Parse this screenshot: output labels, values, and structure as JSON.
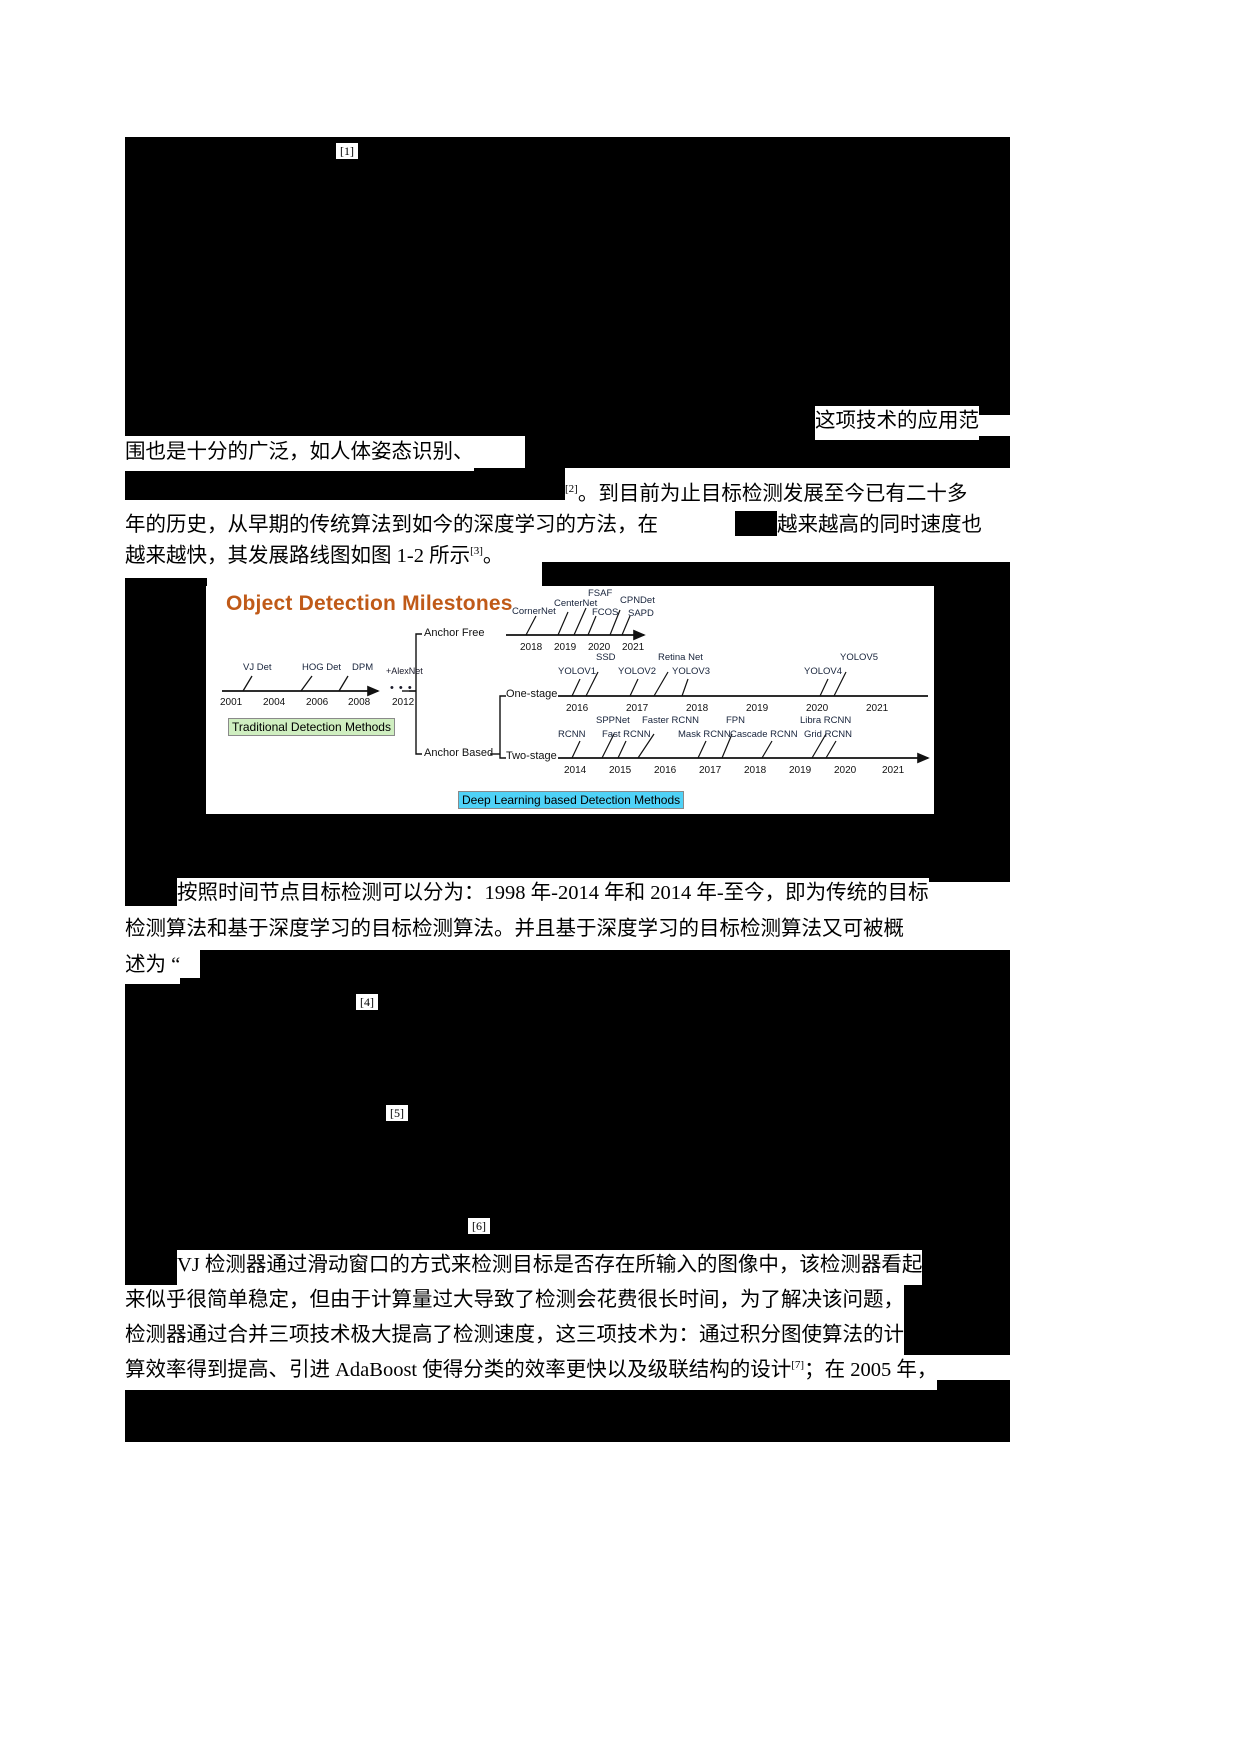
{
  "document": {
    "type": "redacted-thesis-page",
    "page_background": "#ffffff",
    "redaction_color": "#000000"
  },
  "footnote_chips": [
    {
      "id": "chip-1",
      "label": "[1]"
    },
    {
      "id": "chip-4",
      "label": "[4]"
    },
    {
      "id": "chip-5",
      "label": "[5]"
    },
    {
      "id": "chip-6",
      "label": "[6]"
    }
  ],
  "visible_text": {
    "line_a": "这项技术的应用范",
    "line_b": "围也是十分的广泛，如人体姿态识别、",
    "line_c_sup": "[2]",
    "line_c": "。到目前为止目标检测发展至今已有二十多",
    "line_d_1": "年的历史，从早期的传统算法到如今的深度学习的方法，在",
    "line_d_2": "越来越高的同时速度也",
    "line_e": "越来越快，其发展路线图如图 1-2 所示",
    "line_e_sup": "[3]",
    "line_e_end": "。",
    "line_f": "按照时间节点目标检测可以分为：1998 年-2014 年和 2014 年-至今，即为传统的目标",
    "line_g": "检测算法和基于深度学习的目标检测算法。并且基于深度学习的目标检测算法又可被概",
    "line_h": "述为 “",
    "line_i": "VJ 检测器通过滑动窗口的方式来检测目标是否存在所输入的图像中，该检测器看起",
    "line_j": "来似乎很简单稳定，但由于计算量过大导致了检测会花费很长时间，为了解决该问题，",
    "line_k": "检测器通过合并三项技术极大提高了检测速度，这三项技术为：通过积分图使算法的计",
    "line_l_1": "算效率得到提高、引进 AdaBoost 使得分类的效率更快以及级联结构的设计",
    "line_l_sup": "[7]",
    "line_l_2": "；在 2005 年，"
  },
  "figure": {
    "title": "Object Detection Milestones",
    "tags": {
      "traditional": "Traditional Detection Methods",
      "deep_learning": "Deep Learning based Detection Methods"
    },
    "branch_labels": {
      "anchor_free": "Anchor Free",
      "anchor_based": "Anchor Based",
      "one_stage": "One-stage",
      "two_stage": "Two-stage"
    },
    "alexnet_label": "+AlexNet",
    "ellipsis": "• • •",
    "timelines": [
      {
        "name": "traditional",
        "years": [
          "2001",
          "2004",
          "2006",
          "2008",
          "2012"
        ],
        "milestones": [
          {
            "label": "VJ Det",
            "year": "2001"
          },
          {
            "label": "HOG Det",
            "year": "2006"
          },
          {
            "label": "DPM",
            "year": "2008"
          }
        ]
      },
      {
        "name": "anchor_free",
        "years": [
          "2018",
          "2019",
          "2020",
          "2021"
        ],
        "milestones": [
          {
            "label": "CornerNet",
            "year": "2018"
          },
          {
            "label": "CenterNet",
            "year": "2019"
          },
          {
            "label": "FSAF",
            "year": "2019"
          },
          {
            "label": "FCOS",
            "year": "2019"
          },
          {
            "label": "CPNDet",
            "year": "2020"
          },
          {
            "label": "SAPD",
            "year": "2020"
          }
        ]
      },
      {
        "name": "one_stage",
        "years": [
          "2016",
          "2017",
          "2018",
          "2019",
          "2020",
          "2021"
        ],
        "milestones": [
          {
            "label": "YOLOV1",
            "year": "2016"
          },
          {
            "label": "SSD",
            "year": "2016"
          },
          {
            "label": "YOLOV2",
            "year": "2017"
          },
          {
            "label": "Retina Net",
            "year": "2017"
          },
          {
            "label": "YOLOV3",
            "year": "2018"
          },
          {
            "label": "YOLOV4",
            "year": "2020"
          },
          {
            "label": "YOLOV5",
            "year": "2020"
          }
        ]
      },
      {
        "name": "two_stage",
        "years": [
          "2014",
          "2015",
          "2016",
          "2017",
          "2018",
          "2019",
          "2020",
          "2021"
        ],
        "milestones": [
          {
            "label": "RCNN",
            "year": "2014"
          },
          {
            "label": "SPPNet",
            "year": "2015"
          },
          {
            "label": "Fast RCNN",
            "year": "2015"
          },
          {
            "label": "Faster RCNN",
            "year": "2016"
          },
          {
            "label": "Mask RCNN",
            "year": "2017"
          },
          {
            "label": "FPN",
            "year": "2017"
          },
          {
            "label": "Cascade RCNN",
            "year": "2018"
          },
          {
            "label": "Libra RCNN",
            "year": "2019"
          },
          {
            "label": "Grid RCNN",
            "year": "2019"
          }
        ]
      }
    ],
    "colors": {
      "title": "#C05A18",
      "traditional_tag_bg": "#CFEEC0",
      "deep_tag_bg": "#4FD2F7",
      "milestone_text": "#17233B"
    }
  }
}
